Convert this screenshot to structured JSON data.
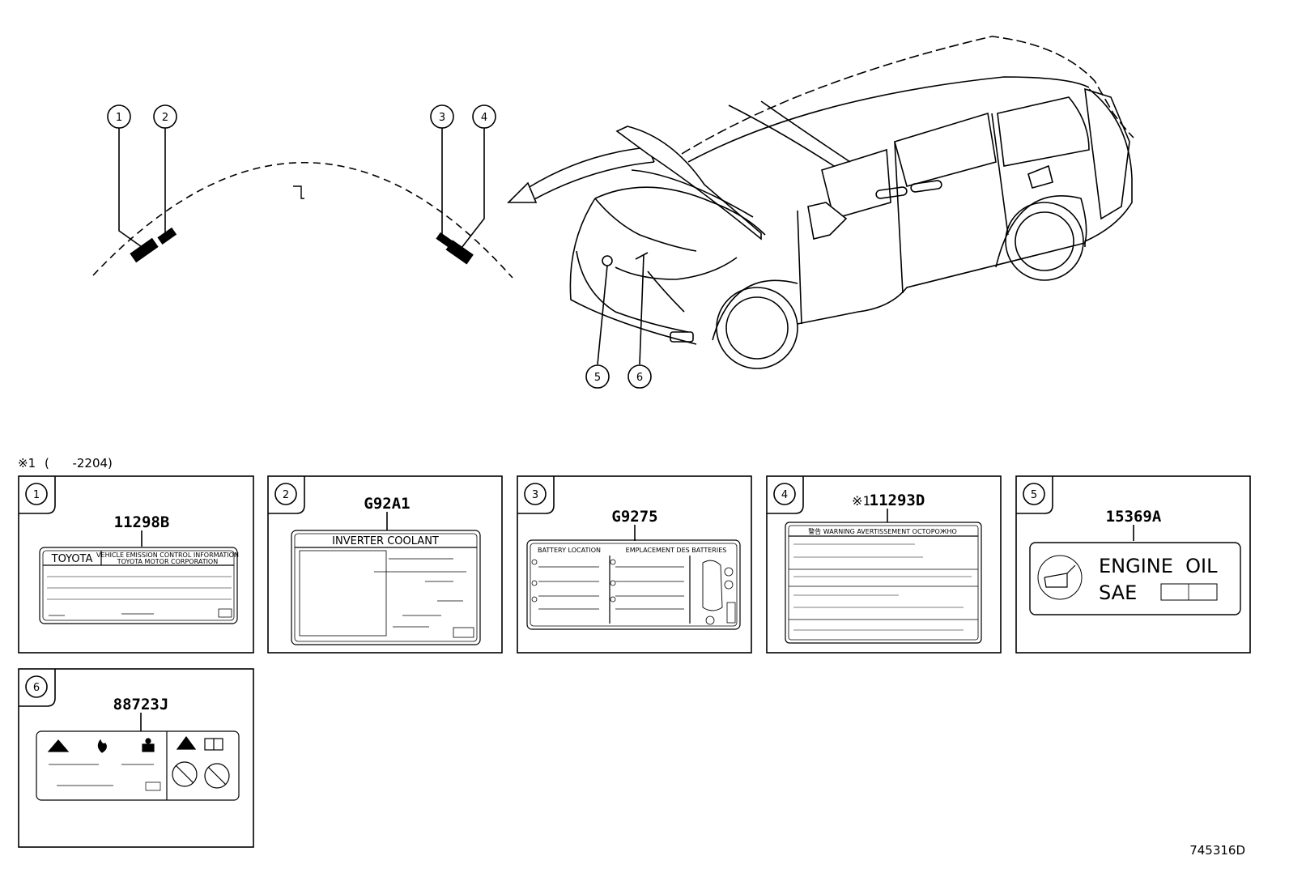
{
  "callout_numbers": [
    "1",
    "2",
    "3",
    "4",
    "5",
    "6"
  ],
  "note": {
    "mark": "※1",
    "text": "(      -2204)"
  },
  "panels": [
    {
      "num": "1",
      "part": "11298B",
      "label_brand": "TOYOTA",
      "label_line1": "VEHICLE EMISSION CONTROL INFORMATION",
      "label_line2": "TOYOTA MOTOR CORPORATION"
    },
    {
      "num": "2",
      "part": "G92A1",
      "label_title": "INVERTER COOLANT"
    },
    {
      "num": "3",
      "part": "G9275",
      "label_left": "BATTERY LOCATION",
      "label_right": "EMPLACEMENT DES BATTERIES"
    },
    {
      "num": "4",
      "prefix": "※1",
      "part": "11293D",
      "label_header": "警告 WARNING AVERTISSEMENT ОСТОРОЖНО"
    },
    {
      "num": "5",
      "part": "15369A",
      "label_line1": "ENGINE  OIL",
      "label_line2": "SAE"
    },
    {
      "num": "6",
      "part": "88723J"
    }
  ],
  "diagram_id": "745316D"
}
